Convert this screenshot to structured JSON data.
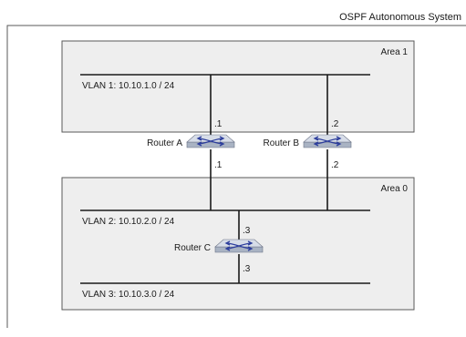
{
  "diagram": {
    "title": "OSPF Autonomous System",
    "areas": [
      {
        "id": "area1",
        "label": "Area 1"
      },
      {
        "id": "area0",
        "label": "Area 0"
      }
    ],
    "vlans": [
      {
        "id": "vlan1",
        "label": "VLAN 1: 10.10.1.0 / 24"
      },
      {
        "id": "vlan2",
        "label": "VLAN 2: 10.10.2.0 / 24"
      },
      {
        "id": "vlan3",
        "label": "VLAN 3: 10.10.3.0 / 24"
      }
    ],
    "routers": [
      {
        "id": "router-a",
        "label": "Router A",
        "upper_if": ".1",
        "lower_if": ".1"
      },
      {
        "id": "router-b",
        "label": "Router B",
        "upper_if": ".2",
        "lower_if": ".2"
      },
      {
        "id": "router-c",
        "label": "Router C",
        "upper_if": ".3",
        "lower_if": ".3"
      }
    ],
    "colors": {
      "area_fill": "#eeeeee",
      "area_border": "#5a5a5a",
      "line": "#1a1a1a",
      "router_body": "#a9b3c3",
      "router_top": "#d7dde8",
      "router_arrows": "#2d3e9c"
    }
  }
}
